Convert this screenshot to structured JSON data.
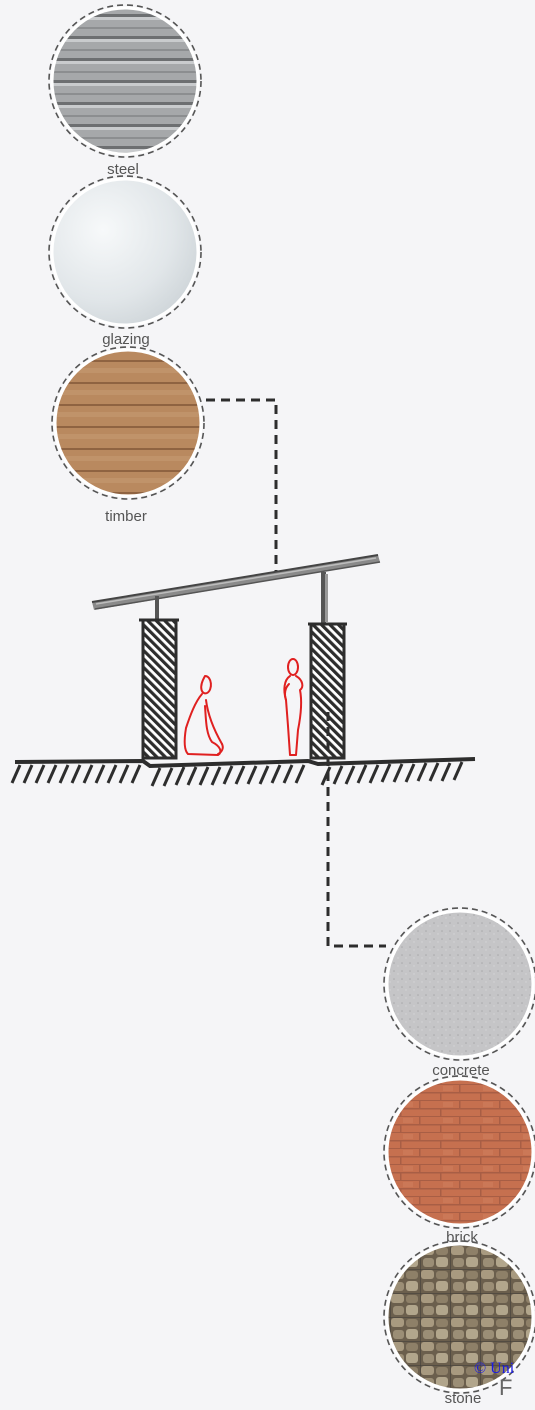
{
  "materials": {
    "steel": "steel",
    "glazing": "glazing",
    "timber": "timber",
    "concrete": "concrete",
    "brick": "brick",
    "stone": "stone"
  },
  "copyright": "© Uni",
  "copyright_extra": "F",
  "colors": {
    "background": "#f5f5f7",
    "line": "#333333",
    "figure": "#e02020",
    "steel": "#9a9c9e",
    "glazing": "#e8edf0",
    "timber": "#b8865e",
    "concrete": "#c4c4c6",
    "brick": "#c06548",
    "stone": "#7b6e5b"
  }
}
